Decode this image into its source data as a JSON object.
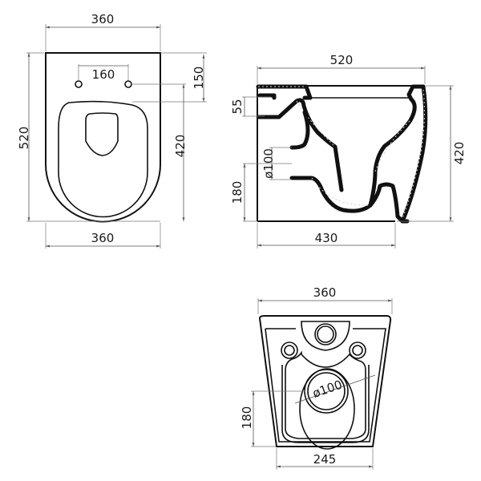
{
  "drawing": {
    "subject": "Floor-standing toilet technical drawing",
    "units": "mm",
    "colors": {
      "line": "#111111",
      "dimension": "#555555",
      "background": "#ffffff"
    }
  },
  "top_view": {
    "label": "top-view",
    "dims": {
      "width_top": "360",
      "width_bottom": "360",
      "height_total": "520",
      "hole_spacing": "160",
      "hole_offset": "150",
      "seat_to_holes": "420"
    }
  },
  "side_view": {
    "label": "side-section-view",
    "dims": {
      "length_top": "520",
      "length_base": "430",
      "height": "420",
      "inlet_height": "55",
      "outlet_diameter": "ø100",
      "outlet_height": "180"
    }
  },
  "rear_view": {
    "label": "bottom-view",
    "dims": {
      "width_top": "360",
      "width_base": "245",
      "outlet_diameter": "ø100",
      "outlet_height": "180"
    }
  }
}
